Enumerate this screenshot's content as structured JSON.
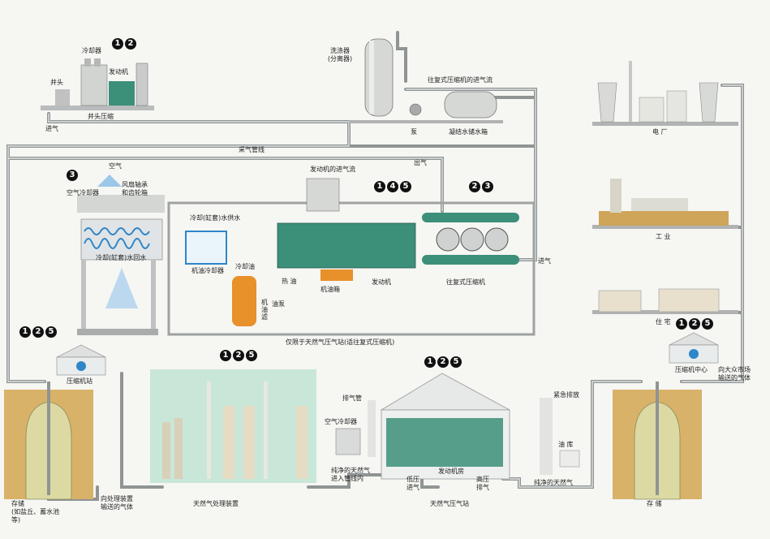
{
  "labels": {
    "cooler_top": "冷却器",
    "engine_top": "发动机",
    "wellhead": "井头",
    "intake_left": "进气",
    "wellhead_compressor": "井头压缩",
    "separator": "洗涤器\n(分离器)",
    "recip_intake": "往复式压缩机的进气流",
    "pump": "泵",
    "condensate_tank": "凝结水储水箱",
    "gathering_line": "采气管线",
    "outlet_gas": "出气",
    "engine_intake": "发动机的进气流",
    "air_label": "空气",
    "air_cooler": "空气冷却器",
    "fan_bearing": "风扇轴承\n和齿轮箱",
    "cooling_supply": "冷却(缸套)水供水",
    "cooling_return": "冷却(缸套)水回水",
    "oil_cooler": "机油冷却器",
    "cooling_oil": "冷却油",
    "hot_oil": "热 油",
    "oil_pan": "机油箱",
    "oil_filter": "机油滤",
    "oil_pump": "油泵",
    "engine": "发动机",
    "recip_compressor": "往复式压缩机",
    "intake_right": "进气",
    "station_note": "仅限于天然气压气站(适往复式压缩机)",
    "compressor_station": "压缩机站",
    "storage_left": "存储\n(如盐丘、蓄水池等)",
    "to_processing": "向处理装置\n输送的气体",
    "processing_plant": "天然气处理装置",
    "exhaust_pipe": "排气管",
    "air_cooler_bottom": "空气冷却器",
    "clean_gas_in": "纯净的天然气\n进入管线内",
    "low_pressure_in": "低压\n进气",
    "engine_room": "发动机房",
    "high_pressure_out": "高压\n排气",
    "compression_station": "天然气压气站",
    "emergency_vent": "紧急排放",
    "oil_storage": "油 库",
    "clean_gas_out": "纯净的天然气",
    "storage_right": "存 储",
    "compressor_center": "压缩机中心",
    "to_market": "向大众市场\n输送的气体",
    "power_plant": "电 厂",
    "industry": "工 业",
    "residential": "住 宅"
  },
  "badges": {
    "top_left": [
      "1",
      "2"
    ],
    "air_cooler": [
      "3"
    ],
    "engine_flow": [
      "1",
      "4",
      "5"
    ],
    "compressor": [
      "2",
      "3"
    ],
    "left_station": [
      "1",
      "2",
      "5"
    ],
    "processing": [
      "1",
      "2",
      "5"
    ],
    "compression": [
      "1",
      "2",
      "5"
    ],
    "residential": [
      "1",
      "2",
      "5"
    ]
  },
  "colors": {
    "pipe": "#8f9494",
    "pipe_light": "#d9dcdc",
    "engine_green": "#3c8f78",
    "cooler_blue": "#2f86c8",
    "oil_orange": "#e8902a",
    "soil": "#d8b268",
    "storage_fill": "#dcd9a2",
    "plant_green": "#c9e7d9"
  }
}
